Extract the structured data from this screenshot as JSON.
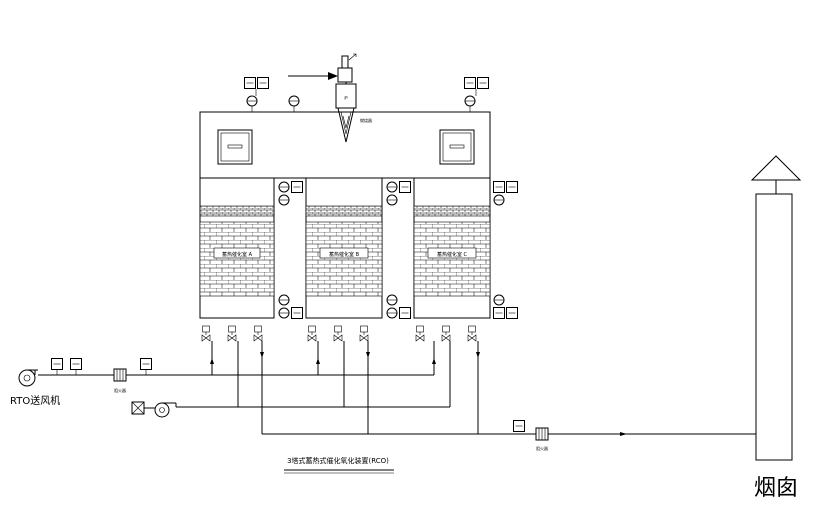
{
  "diagram": {
    "title": "3塔式蓄热式催化氧化装置(RCO)",
    "fan_label": "RTO送风机",
    "chimney_label": "烟囱",
    "burner_label": "燃烧器",
    "damper_label_left": "阻火器",
    "damper_label_right": "阻火器",
    "chambers": [
      {
        "letter": "A",
        "label": "蓄热催化室 A"
      },
      {
        "letter": "B",
        "label": "蓄热催化室 B"
      },
      {
        "letter": "C",
        "label": "蓄热催化室 C"
      }
    ]
  }
}
